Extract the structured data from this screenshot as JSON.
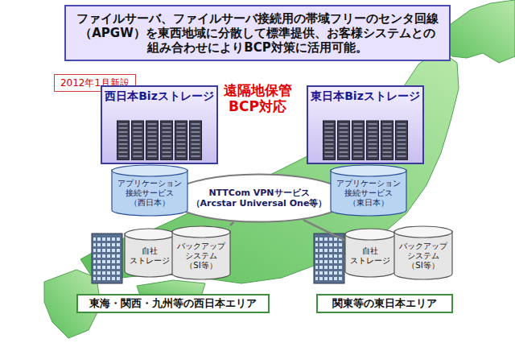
{
  "diagram": {
    "title": "ファイルサーバ、ファイルサーバ接続用の帯域フリーのセンタ回線 （APGW）を東西地域に分散して標準提供、お客様システムとの 組み合わせによりBCP対策に活用可能。",
    "nodes": [
      {
        "text": [
          "2012年1月新設"
        ]
      },
      {
        "text": [
          "西日本Bizストレージ"
        ]
      },
      {
        "text": [
          "東日本Bizストレージ"
        ]
      },
      {
        "text": [
          "アプリケーション 接続サービス （西日本）"
        ]
      },
      {
        "text": [
          "NTTCom VPNサービス （Arcstar Universal One等）"
        ]
      },
      {
        "text": [
          "アプリケーション 接続サービス （東日本）"
        ]
      },
      {
        "text": [
          "自社 ストレージ"
        ]
      },
      {
        "text": [
          "バックアップ システム （SI等）"
        ]
      },
      {
        "text": [
          "東海・関西・九州等の西日本エリア"
        ]
      },
      {
        "text": [
          "自社 ストレージ"
        ]
      },
      {
        "text": [
          "バックアップ システム （SI等）"
        ]
      },
      {
        "text": [
          "関東等の東日本エリア"
        ]
      }
    ],
    "edges": [
      {
        "from": 4,
        "to": 7,
        "arrow": "none"
      },
      {
        "from": 4,
        "to": 9,
        "arrow": "none"
      }
    ],
    "labels": [
      "遠隔地保管 BCP対応"
    ]
  }
}
